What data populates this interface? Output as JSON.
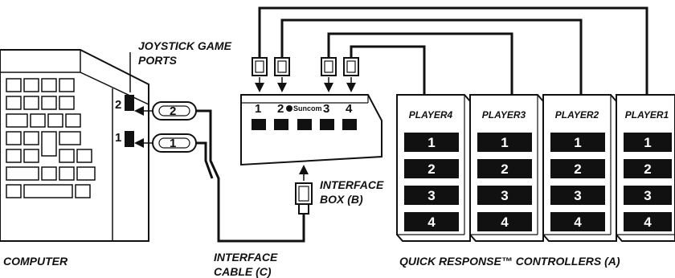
{
  "labels": {
    "joystick_ports": [
      "JOYSTICK GAME",
      "PORTS"
    ],
    "computer": "COMPUTER",
    "interface_cable": [
      "INTERFACE",
      "CABLE (C)"
    ],
    "interface_box": [
      "INTERFACE",
      "BOX (B)"
    ],
    "controllers": "QUICK RESPONSE™ CONTROLLERS (A)"
  },
  "ports": {
    "upper": "2",
    "lower": "1"
  },
  "plugs": {
    "upper": "2",
    "lower": "1"
  },
  "box": {
    "brand": "Suncom",
    "socket_labels": [
      "1",
      "2",
      "3",
      "4"
    ]
  },
  "controllers": [
    {
      "label": "PLAYER4",
      "buttons": [
        "1",
        "2",
        "3",
        "4"
      ]
    },
    {
      "label": "PLAYER3",
      "buttons": [
        "1",
        "2",
        "3",
        "4"
      ]
    },
    {
      "label": "PLAYER2",
      "buttons": [
        "1",
        "2",
        "3",
        "4"
      ]
    },
    {
      "label": "PLAYER1",
      "buttons": [
        "1",
        "2",
        "3",
        "4"
      ]
    }
  ],
  "colors": {
    "ink": "#111111",
    "paper": "#ffffff"
  }
}
